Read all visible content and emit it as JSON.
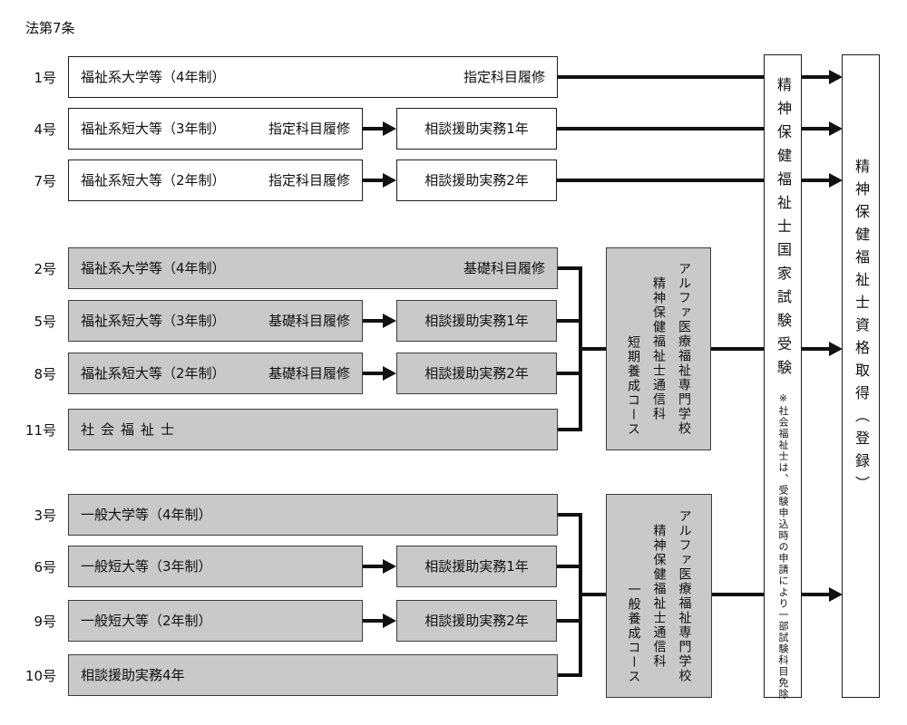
{
  "header": {
    "law_label": "法第7条"
  },
  "colors": {
    "box_fill_gray": "#c9c9c9",
    "line_black": "#111111"
  },
  "sections": {
    "top": {
      "rows": [
        {
          "no": "1号",
          "main": "福祉系大学等（4年制）",
          "tag": "指定科目履修"
        },
        {
          "no": "4号",
          "main": "福祉系短大等（3年制）",
          "tag": "指定科目履修",
          "practice": "相談援助実務1年"
        },
        {
          "no": "7号",
          "main": "福祉系短大等（2年制）",
          "tag": "指定科目履修",
          "practice": "相談援助実務2年"
        }
      ]
    },
    "middle": {
      "rows": [
        {
          "no": "2号",
          "main": "福祉系大学等（4年制）",
          "tag": "基礎科目履修"
        },
        {
          "no": "5号",
          "main": "福祉系短大等（3年制）",
          "tag": "基礎科目履修",
          "practice": "相談援助実務1年"
        },
        {
          "no": "8号",
          "main": "福祉系短大等（2年制）",
          "tag": "基礎科目履修",
          "practice": "相談援助実務2年"
        },
        {
          "no": "11号",
          "main": "社会福祉士"
        }
      ],
      "course_box": {
        "school": "アルファ医療福祉専門学校",
        "dept": "精神保健福祉士通信科",
        "name": "短期養成コース"
      }
    },
    "bottom": {
      "rows": [
        {
          "no": "3号",
          "main": "一般大学等（4年制）"
        },
        {
          "no": "6号",
          "main": "一般短大等（3年制）",
          "practice": "相談援助実務1年"
        },
        {
          "no": "9号",
          "main": "一般短大等（2年制）",
          "practice": "相談援助実務2年"
        },
        {
          "no": "10号",
          "main": "相談援助実務4年"
        }
      ],
      "course_box": {
        "school": "アルファ医療福祉専門学校",
        "dept": "精神保健福祉士通信科",
        "name": "一般養成コース"
      }
    }
  },
  "exam_box": {
    "title": "精神保健福祉士国家試験受験",
    "note": "※社会福祉士は、受験申込時の申請により一部試験科目免除"
  },
  "result_box": {
    "title": "精神保健福祉士資格取得（登録）"
  }
}
